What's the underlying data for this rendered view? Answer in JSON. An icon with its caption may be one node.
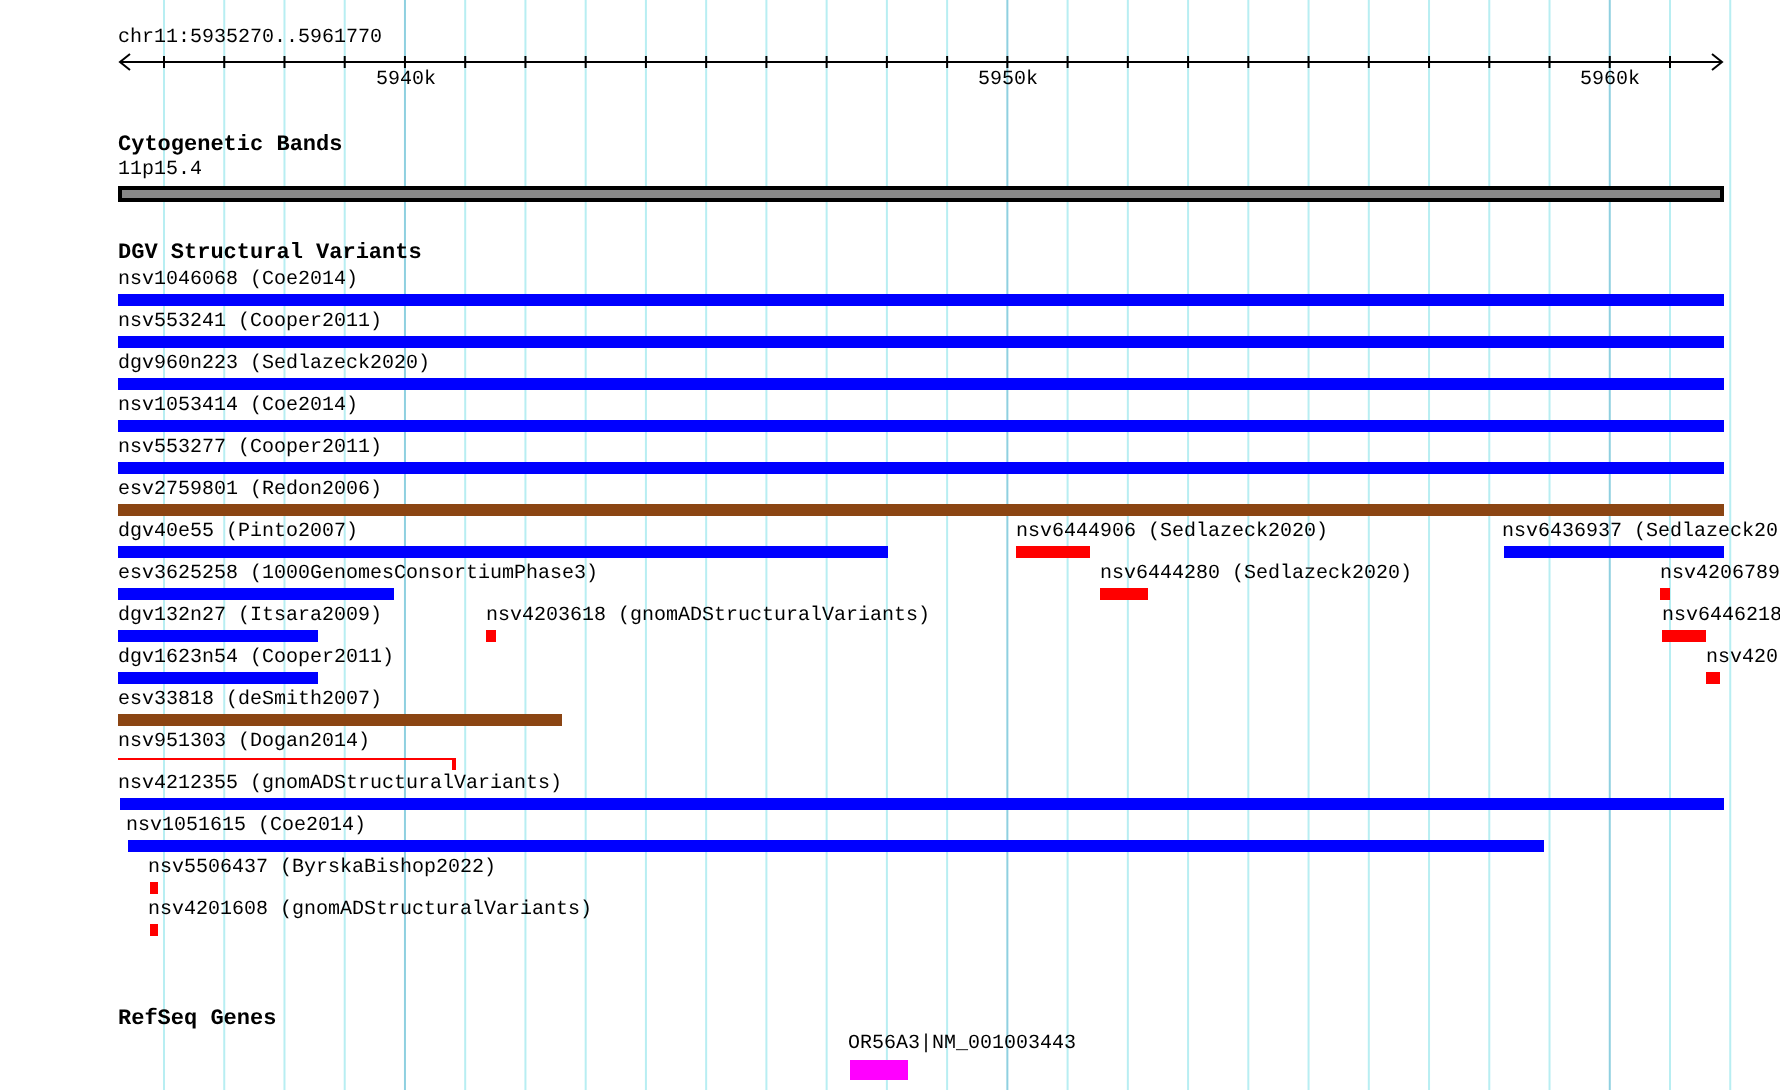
{
  "diagram": {
    "nodes": [
      {
        "text": [],
        "shape": "bar",
        "beside": [
          "11p15.4"
        ]
      },
      {
        "text": [],
        "shape": "bar",
        "beside": [
          "nsv1046068 (Coe2014)"
        ]
      },
      {
        "text": [],
        "shape": "bar",
        "beside": [
          "nsv553241 (Cooper2011)"
        ]
      },
      {
        "text": [],
        "shape": "bar",
        "beside": [
          "dgv960n223 (Sedlazeck2020)"
        ]
      },
      {
        "text": [],
        "shape": "bar",
        "beside": [
          "nsv1053414 (Coe2014)"
        ]
      },
      {
        "text": [],
        "shape": "bar",
        "beside": [
          "nsv553277 (Cooper2011)"
        ]
      },
      {
        "text": [],
        "shape": "bar",
        "beside": [
          "esv2759801 (Redon2006)"
        ]
      },
      {
        "text": [],
        "shape": "bar",
        "beside": [
          "dgv40e55 (Pinto2007)"
        ]
      },
      {
        "text": [],
        "shape": "bar",
        "beside": [
          "nsv6444906 (Sedlazeck2020)"
        ]
      },
      {
        "text": [],
        "shape": "bar",
        "beside": [
          "nsv6436937 (Sedlazeck20"
        ]
      },
      {
        "text": [],
        "shape": "bar",
        "beside": [
          "esv3625258 (1000GenomesConsortiumPhase3)"
        ]
      },
      {
        "text": [],
        "shape": "bar",
        "beside": [
          "nsv6444280 (Sedlazeck2020)"
        ]
      },
      {
        "text": [],
        "shape": "bar",
        "beside": [
          "nsv4206789"
        ]
      },
      {
        "text": [],
        "shape": "bar",
        "beside": [
          "dgv132n27 (Itsara2009)"
        ]
      },
      {
        "text": [],
        "shape": "bar",
        "beside": [
          "nsv4203618 (gnomADStructuralVariants)"
        ]
      },
      {
        "text": [],
        "shape": "bar",
        "beside": [
          "nsv6446218"
        ]
      },
      {
        "text": [],
        "shape": "bar",
        "beside": [
          "dgv1623n54 (Cooper2011)"
        ]
      },
      {
        "text": [],
        "shape": "bar",
        "beside": [
          "nsv420"
        ]
      },
      {
        "text": [],
        "shape": "bar",
        "beside": [
          "esv33818 (deSmith2007)"
        ]
      },
      {
        "text": [],
        "shape": "bar",
        "beside": [
          "nsv951303 (Dogan2014)"
        ]
      },
      {
        "text": [],
        "shape": "bar",
        "beside": [
          "nsv4212355 (gnomADStructuralVariants)"
        ]
      },
      {
        "text": [],
        "shape": "bar",
        "beside": [
          "nsv1051615 (Coe2014)"
        ]
      },
      {
        "text": [],
        "shape": "bar",
        "beside": [
          "nsv5506437 (ByrskaBishop2022)"
        ]
      },
      {
        "text": [],
        "shape": "bar",
        "beside": [
          "nsv4201608 (gnomADStructuralVariants)"
        ]
      },
      {
        "text": [],
        "shape": "bar",
        "beside": [
          "OR56A3|NM_001003443"
        ]
      }
    ],
    "labels": [
      "chr11:5935270..5961770",
      "5940k",
      "5950k",
      "5960k",
      "Cytogenetic Bands",
      "DGV Structural Variants",
      "RefSeq Genes"
    ]
  }
}
